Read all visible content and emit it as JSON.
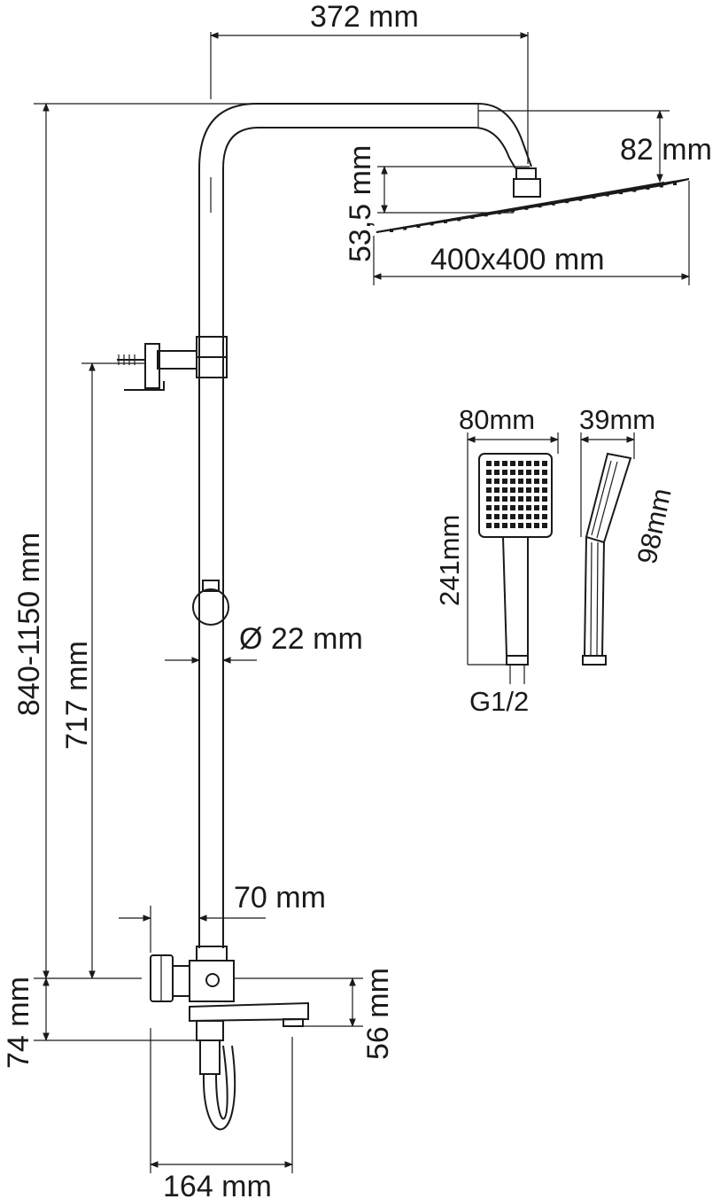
{
  "dimensions": {
    "arm_reach": "372 mm",
    "head_drop": "82 mm",
    "connector_height": "53,5 mm",
    "head_size": "400x400 mm",
    "total_height": "840-1150 mm",
    "holder_height": "717 mm",
    "pipe_diameter": "Ø 22 mm",
    "mixer_offset": "70 mm",
    "mixer_height": "74 mm",
    "spout_drop": "56 mm",
    "mixer_width": "164 mm",
    "hand_width": "80mm",
    "hand_depth": "39mm",
    "hand_length": "241mm",
    "hand_face": "98mm",
    "thread": "G1/2"
  },
  "colors": {
    "ink": "#1a1a1a",
    "background": "#ffffff"
  }
}
